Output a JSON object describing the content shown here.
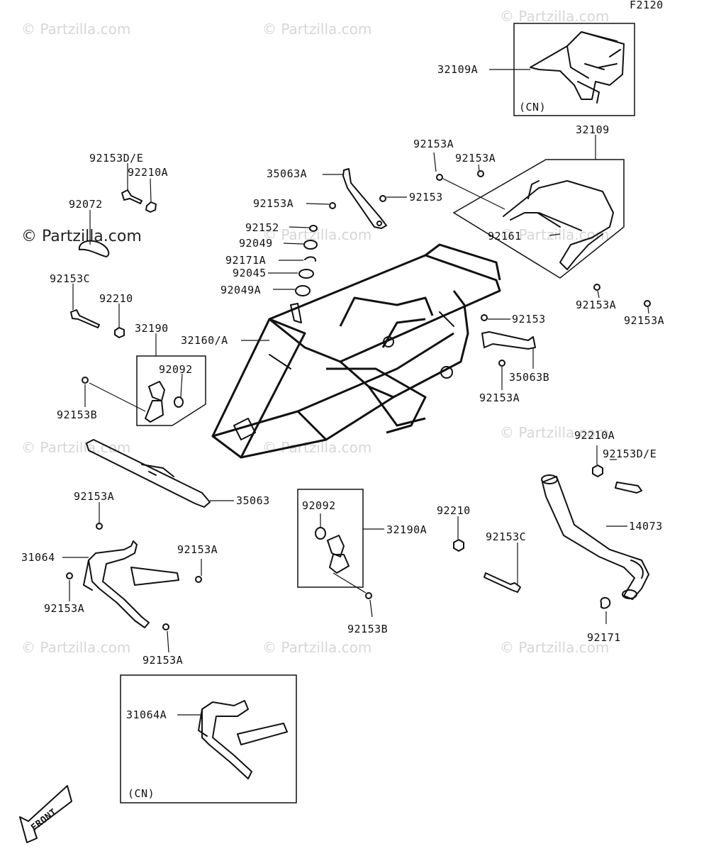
{
  "diagram_id": "F2120",
  "watermarks": [
    "© Partzilla.com"
  ],
  "featured_watermark": "© Partzilla.com",
  "front_arrow_label": "FRONT",
  "parts": {
    "p32109A": "32109A",
    "cn_top": "(CN)",
    "p32109": "32109",
    "p92153A_1": "92153A",
    "p92153A_2": "92153A",
    "p35063A": "35063A",
    "p92153_1": "92153",
    "p92153A_3": "92153A",
    "p92153DE_1": "92153D/E",
    "p92210A_1": "92210A",
    "p92072": "92072",
    "p92152": "92152",
    "p92049": "92049",
    "p92161": "92161",
    "p92171A": "92171A",
    "p92045": "92045",
    "p92049A": "92049A",
    "p92153A_4": "92153A",
    "p92153A_5": "92153A",
    "p92153C_1": "92153C",
    "p92210_1": "92210",
    "p92153_2": "92153",
    "p32190": "32190",
    "p32160A": "32160/A",
    "p92092_1": "92092",
    "p35063B": "35063B",
    "p92153B_1": "92153B",
    "p92153A_6": "92153A",
    "p92210A_2": "92210A",
    "p92153DE_2": "92153D/E",
    "p35063": "35063",
    "p92153A_7": "92153A",
    "p92092_2": "92092",
    "p32190A": "32190A",
    "p92210_2": "92210",
    "p14073": "14073",
    "p31064": "31064",
    "p92153A_8": "92153A",
    "p92153C_2": "92153C",
    "p92153A_9": "92153A",
    "p92153B_2": "92153B",
    "p92171": "92171",
    "p92153A_10": "92153A",
    "p31064A": "31064A",
    "cn_bottom": "(CN)"
  }
}
